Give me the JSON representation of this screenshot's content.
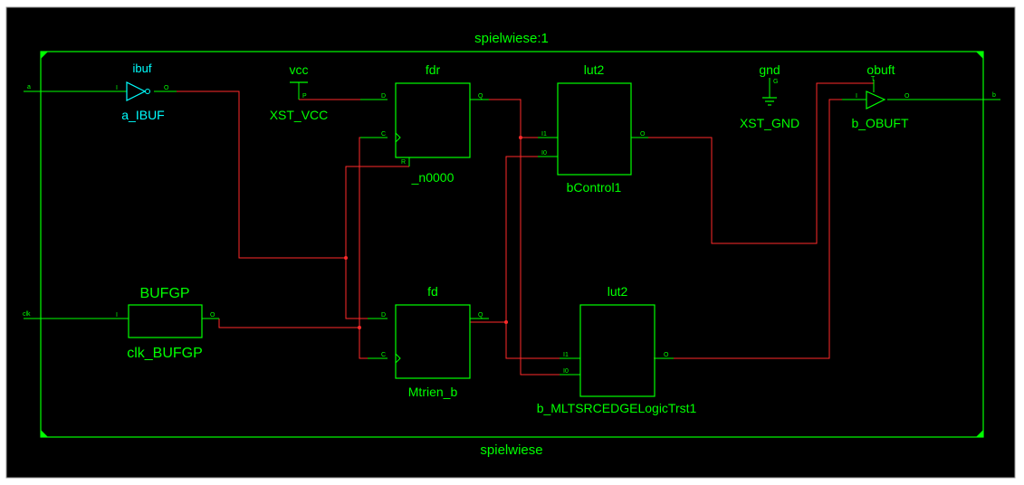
{
  "diagram": {
    "top_title": "spielwiese:1",
    "bottom_title": "spielwiese",
    "colors": {
      "background": "#000000",
      "frame": "#00ff00",
      "wire": "#ff2a2a",
      "text": "#00ff00",
      "ibuf_accent": "#00ffff",
      "junction": "#ff2a2a"
    },
    "ports": {
      "a": "a",
      "clk": "clk",
      "b": "b"
    },
    "components": {
      "ibuf": {
        "type": "ibuf",
        "instance": "a_IBUF",
        "pin_in": "I",
        "pin_out": "O"
      },
      "vcc": {
        "type": "vcc",
        "instance": "XST_VCC",
        "pin": "P"
      },
      "fdr": {
        "type": "fdr",
        "instance": "_n0000",
        "pin_d": "D",
        "pin_c": "C",
        "pin_q": "Q",
        "pin_r": "R"
      },
      "lut2_top": {
        "type": "lut2",
        "instance": "bControl1",
        "pin_i1": "I1",
        "pin_i0": "I0",
        "pin_o": "O"
      },
      "gnd": {
        "type": "gnd",
        "instance": "XST_GND",
        "pin": "G"
      },
      "obuft": {
        "type": "obuft",
        "instance": "b_OBUFT",
        "pin_i": "I",
        "pin_t": "T",
        "pin_o": "O"
      },
      "bufgp": {
        "type": "BUFGP",
        "instance": "clk_BUFGP",
        "pin_in": "I",
        "pin_out": "O"
      },
      "fd": {
        "type": "fd",
        "instance": "Mtrien_b",
        "pin_d": "D",
        "pin_c": "C",
        "pin_q": "Q"
      },
      "lut2_bottom": {
        "type": "lut2",
        "instance": "b_MLTSRCEDGELogicTrst1",
        "pin_i1": "I1",
        "pin_i0": "I0",
        "pin_o": "O"
      }
    }
  }
}
